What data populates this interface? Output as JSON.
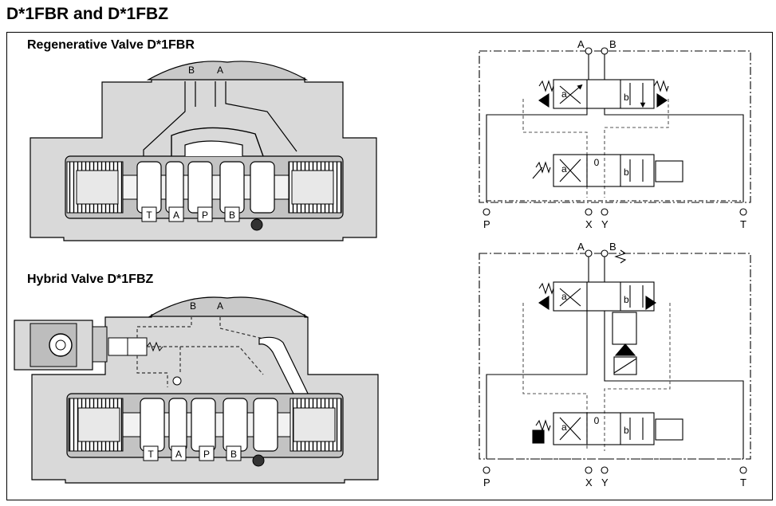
{
  "page": {
    "title": "D*1FBR and D*1FBZ"
  },
  "sections": [
    {
      "title": "Regenerative Valve D*1FBR"
    },
    {
      "title": "Hybrid Valve D*1FBZ"
    }
  ],
  "cross_section_labels": {
    "top_ports": [
      "B",
      "A"
    ],
    "spool_ports": [
      "T",
      "A",
      "P",
      "B"
    ]
  },
  "schematic_labels": {
    "top_ports": [
      "A",
      "B"
    ],
    "bottom_ports": [
      "P",
      "X",
      "Y",
      "T"
    ],
    "positions": [
      "a",
      "b"
    ],
    "center": "0"
  },
  "colors": {
    "body": "#d9d9d9",
    "inner": "#c6c6c6",
    "line": "#000000",
    "dash": "#555555"
  }
}
